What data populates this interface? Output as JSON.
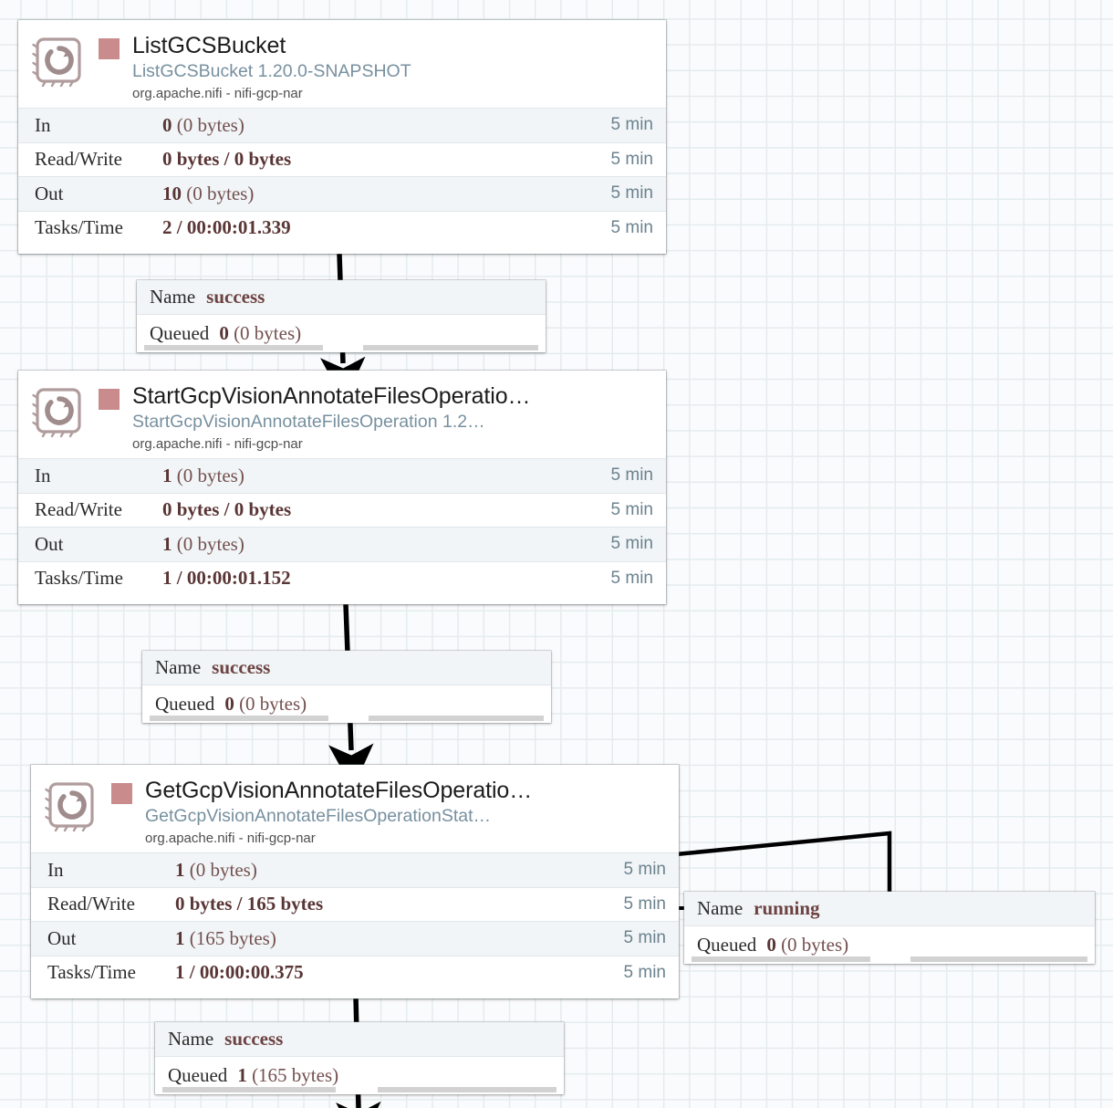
{
  "canvas": {
    "grid_color": "#e4eced",
    "background_color": "#fafbfc",
    "accent_status_color": "#c98b8b",
    "wire_color": "#000000"
  },
  "processors": [
    {
      "name": "ListGCSBucket",
      "type": "ListGCSBucket 1.20.0-SNAPSHOT",
      "bundle": "org.apache.nifi - nifi-gcp-nar",
      "icon": "processor-chip-icon",
      "status_color": "#c98b8b",
      "stats": [
        {
          "label": "In",
          "value_bold": "0",
          "value_rest": "(0 bytes)",
          "time": "5 min"
        },
        {
          "label": "Read/Write",
          "value_bold": "0 bytes / 0 bytes",
          "value_rest": "",
          "time": "5 min"
        },
        {
          "label": "Out",
          "value_bold": "10",
          "value_rest": "(0 bytes)",
          "time": "5 min"
        },
        {
          "label": "Tasks/Time",
          "value_bold": "2 / 00:00:01.339",
          "value_rest": "",
          "time": "5 min"
        }
      ]
    },
    {
      "name": "StartGcpVisionAnnotateFilesOperatio…",
      "type": "StartGcpVisionAnnotateFilesOperation 1.2…",
      "bundle": "org.apache.nifi - nifi-gcp-nar",
      "icon": "processor-chip-icon",
      "status_color": "#c98b8b",
      "stats": [
        {
          "label": "In",
          "value_bold": "1",
          "value_rest": "(0 bytes)",
          "time": "5 min"
        },
        {
          "label": "Read/Write",
          "value_bold": "0 bytes / 0 bytes",
          "value_rest": "",
          "time": "5 min"
        },
        {
          "label": "Out",
          "value_bold": "1",
          "value_rest": "(0 bytes)",
          "time": "5 min"
        },
        {
          "label": "Tasks/Time",
          "value_bold": "1 / 00:00:01.152",
          "value_rest": "",
          "time": "5 min"
        }
      ]
    },
    {
      "name": "GetGcpVisionAnnotateFilesOperatio…",
      "type": "GetGcpVisionAnnotateFilesOperationStat…",
      "bundle": "org.apache.nifi - nifi-gcp-nar",
      "icon": "processor-chip-icon",
      "status_color": "#c98b8b",
      "stats": [
        {
          "label": "In",
          "value_bold": "1",
          "value_rest": "(0 bytes)",
          "time": "5 min"
        },
        {
          "label": "Read/Write",
          "value_bold": "0 bytes / 165 bytes",
          "value_rest": "",
          "time": "5 min"
        },
        {
          "label": "Out",
          "value_bold": "1",
          "value_rest": "(165 bytes)",
          "time": "5 min"
        },
        {
          "label": "Tasks/Time",
          "value_bold": "1 / 00:00:00.375",
          "value_rest": "",
          "time": "5 min"
        }
      ]
    }
  ],
  "connections": [
    {
      "name_key": "Name",
      "name_value": "success",
      "queued_key": "Queued",
      "queued_bold": "0",
      "queued_rest": "(0 bytes)"
    },
    {
      "name_key": "Name",
      "name_value": "success",
      "queued_key": "Queued",
      "queued_bold": "0",
      "queued_rest": "(0 bytes)"
    },
    {
      "name_key": "Name",
      "name_value": "running",
      "queued_key": "Queued",
      "queued_bold": "0",
      "queued_rest": "(0 bytes)"
    },
    {
      "name_key": "Name",
      "name_value": "success",
      "queued_key": "Queued",
      "queued_bold": "1",
      "queued_rest": "(165 bytes)"
    }
  ]
}
